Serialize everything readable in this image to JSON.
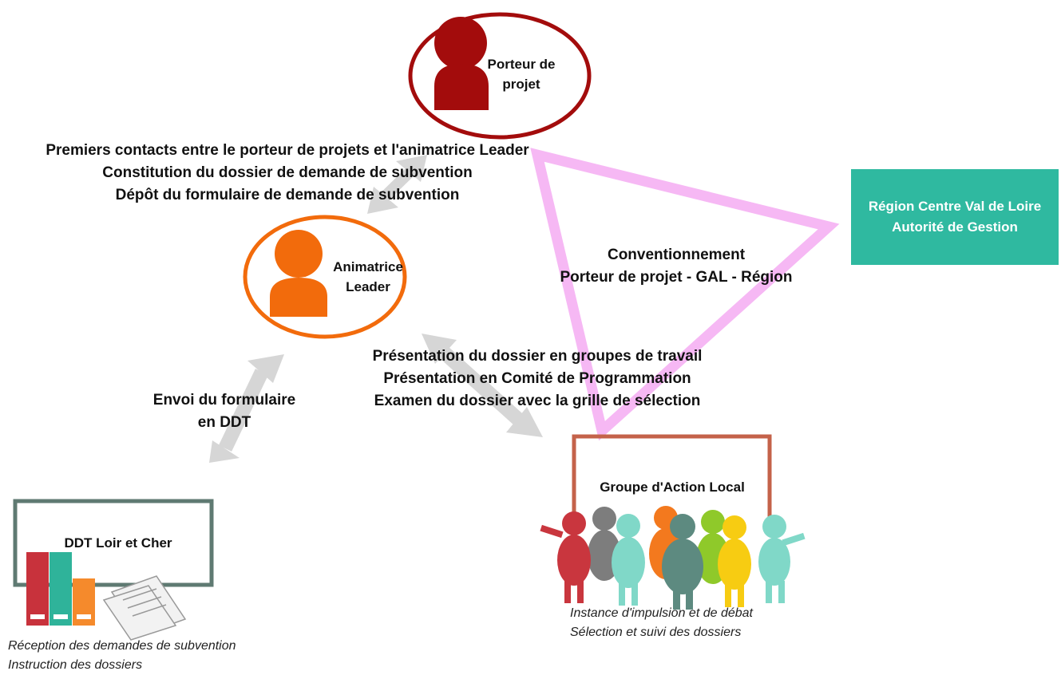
{
  "nodes": {
    "porteur": {
      "line1": "Porteur de",
      "line2": "projet"
    },
    "animatrice": {
      "line1": "Animatrice",
      "line2": "Leader"
    },
    "region": {
      "line1": "Région Centre Val de Loire",
      "line2": "Autorité de Gestion"
    },
    "ddt": {
      "label": "DDT Loir et Cher"
    },
    "gal": {
      "label": "Groupe d'Action Local"
    }
  },
  "edges": {
    "porteur_animatrice": [
      "Premiers contacts entre le porteur de projets et  l'animatrice Leader",
      "Constitution du dossier de demande de subvention",
      "Dépôt du formulaire de demande de subvention"
    ],
    "convention": [
      "Conventionnement",
      "Porteur de projet - GAL - Région"
    ],
    "animatrice_gal": [
      "Présentation du dossier en groupes de travail",
      "Présentation en Comité de Programmation",
      "Examen du dossier avec la grille de sélection"
    ],
    "animatrice_ddt": [
      "Envoi du formulaire",
      "en DDT"
    ]
  },
  "captions": {
    "ddt": [
      "Réception des demandes de subvention",
      "Instruction des dossiers"
    ],
    "gal": [
      "Instance d'impulsion et de débat",
      "Sélection et suivi des dossiers"
    ]
  },
  "colors": {
    "porteur": "#a30c0c",
    "animatrice": "#f26b0c",
    "region": "#2fb9a0",
    "triangle": "#f6b8f4",
    "arrows": "#d6d6d6",
    "ddt_frame": "#5f7a72",
    "gal_frame": "#c4624a"
  }
}
